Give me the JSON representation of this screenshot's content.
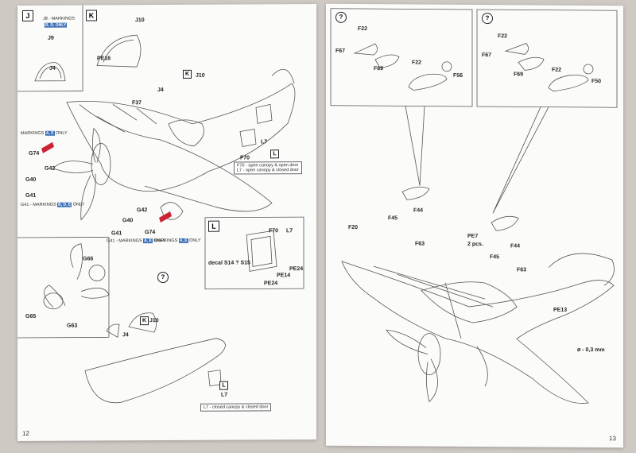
{
  "left_page": {
    "page_number": "12",
    "section_j": {
      "letter": "J",
      "markings_label": "J8 - MARKINGS",
      "markings_letters": "B, D, ONLY",
      "parts": [
        "J9",
        "J4"
      ]
    },
    "section_k_top": {
      "letter": "K",
      "parts": [
        "J10",
        "PE16"
      ]
    },
    "main_view_parts": [
      "J4",
      "J10",
      "K",
      "F37",
      "L",
      "F70",
      "L7",
      "G74",
      "G42",
      "G40",
      "G41",
      "G42",
      "G40",
      "G74",
      "G41"
    ],
    "markings_left": {
      "label": "MARKINGS",
      "letters": "A, E",
      "suffix": "ONLY"
    },
    "markings_g41": {
      "prefix": "G41 - MARKINGS",
      "letters": "B, D, E",
      "suffix": "ONLY"
    },
    "markings_g41b": {
      "prefix": "G41 - MARKINGS",
      "letters": "A, E",
      "suffix": "ONLY"
    },
    "markings_bottom": {
      "label": "MARKINGS",
      "letters": "A, E",
      "suffix": "ONLY"
    },
    "door_note": {
      "line1": "F70 - open canopy & open door",
      "line2": "L7 - open canopy & closed door"
    },
    "section_l": {
      "letter": "L",
      "decal": "decal S14 ? S15",
      "parts": [
        "F70",
        "L7",
        "PE24",
        "PE14",
        "PE24"
      ]
    },
    "propeller_parts": [
      "G66",
      "G65",
      "G63"
    ],
    "bottom_view_parts": [
      "K",
      "J10",
      "J4",
      "L",
      "L7"
    ],
    "bottom_note": "L7 - closed canopy & closed door"
  },
  "right_page": {
    "page_number": "13",
    "top_left_parts": [
      "F22",
      "F67",
      "F69",
      "F22",
      "F56"
    ],
    "top_right_parts": [
      "F22",
      "F67",
      "F69",
      "F22",
      "F50"
    ],
    "main_parts": [
      "F44",
      "F45",
      "F63",
      "F20",
      "PE7",
      "2 pcs.",
      "F44",
      "F45",
      "F63",
      "PE13"
    ],
    "drill_note": "ø - 0,3 mm"
  }
}
